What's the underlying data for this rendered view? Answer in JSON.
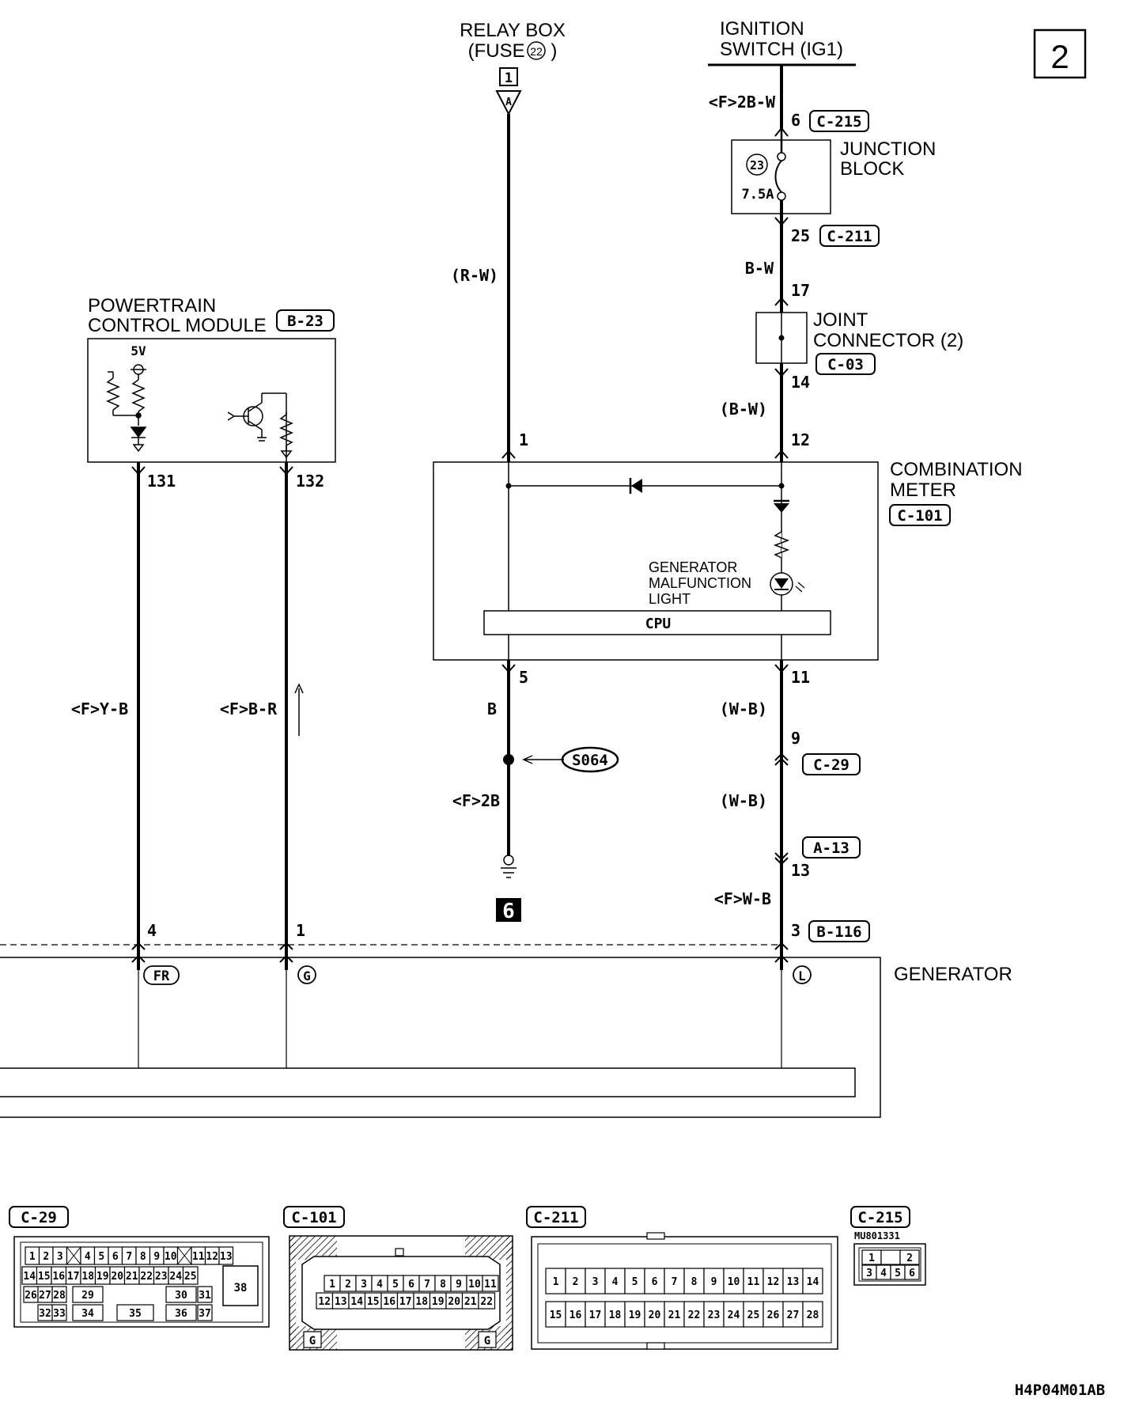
{
  "page_number": "2",
  "drawing_code": "H4P04M01AB",
  "relay_box": {
    "line1": "RELAY BOX",
    "line2_prefix": "(FUSE ",
    "fuse_no": "22",
    "line2_suffix": ")",
    "ref_box": "1",
    "ref_letter": "A"
  },
  "ignition_switch": {
    "line1": "IGNITION",
    "line2": "SWITCH (IG1)"
  },
  "junction_block": {
    "line1": "JUNCTION",
    "line2": "BLOCK",
    "fuse_no": "23",
    "fuse_rating": "7.5A",
    "in_wire": "<F>2B-W",
    "in_pin": "6",
    "in_conn": "C-215",
    "out_pin": "25",
    "out_conn": "C-211"
  },
  "joint_connector": {
    "line1": "JOINT",
    "line2": "CONNECTOR (2)",
    "conn": "C-03",
    "in_wire": "B-W",
    "in_pin": "17",
    "out_pin": "14",
    "out_wire": "(B-W)"
  },
  "relay_wire": "(R-W)",
  "pcm": {
    "line1": "POWERTRAIN",
    "line2": "CONTROL MODULE",
    "conn": "B-23",
    "voltage": "5V",
    "pin_a": "131",
    "pin_b": "132",
    "wire_a": "<F>Y-B",
    "wire_b": "<F>B-R"
  },
  "combination_meter": {
    "line1": "COMBINATION",
    "line2": "METER",
    "conn": "C-101",
    "pin_in1": "1",
    "pin_in2": "12",
    "pin_out1": "5",
    "pin_out2": "11",
    "lamp_line1": "GENERATOR",
    "lamp_line2": "MALFUNCTION",
    "lamp_line3": "LIGHT",
    "cpu": "CPU"
  },
  "ground_branch": {
    "wire1": "B",
    "splice": "S064",
    "wire2": "<F>2B",
    "ground_no": "6"
  },
  "lamp_circuit": {
    "wire1": "(W-B)",
    "pin_9": "9",
    "conn_c29": "C-29",
    "wire2": "(W-B)",
    "conn_a13": "A-13",
    "pin_13": "13",
    "wire3": "<F>W-B",
    "pin_3": "3",
    "conn_b116": "B-116"
  },
  "generator": {
    "label": "GENERATOR",
    "pin_fr_no": "4",
    "pin_g_no": "1",
    "term_fr": "FR",
    "term_g": "G",
    "term_l": "L"
  },
  "connector_views": {
    "c29": {
      "label": "C-29",
      "row1": [
        "1",
        "2",
        "3",
        "",
        "4",
        "5",
        "6",
        "7",
        "8",
        "9",
        "10",
        "",
        "11",
        "12",
        "13"
      ],
      "row2": [
        "14",
        "15",
        "16",
        "17",
        "18",
        "19",
        "20",
        "21",
        "22",
        "23",
        "24",
        "25"
      ],
      "row3": [
        "26",
        "27",
        "28",
        "29",
        "30",
        "31"
      ],
      "row4": [
        "32",
        "33",
        "34",
        "35",
        "36",
        "37"
      ],
      "big": "38"
    },
    "c101": {
      "label": "C-101",
      "row1": [
        "1",
        "2",
        "3",
        "4",
        "5",
        "6",
        "7",
        "8",
        "9",
        "10",
        "11"
      ],
      "row2": [
        "12",
        "13",
        "14",
        "15",
        "16",
        "17",
        "18",
        "19",
        "20",
        "21",
        "22"
      ],
      "g": "G"
    },
    "c211": {
      "label": "C-211",
      "row1": [
        "1",
        "2",
        "3",
        "4",
        "5",
        "6",
        "7",
        "8",
        "9",
        "10",
        "11",
        "12",
        "13",
        "14"
      ],
      "row2": [
        "15",
        "16",
        "17",
        "18",
        "19",
        "20",
        "21",
        "22",
        "23",
        "24",
        "25",
        "26",
        "27",
        "28"
      ]
    },
    "c215": {
      "label": "C-215",
      "part_no": "MU801331",
      "row1": [
        "1",
        "",
        "2"
      ],
      "row2": [
        "3",
        "4",
        "5",
        "6"
      ]
    }
  }
}
